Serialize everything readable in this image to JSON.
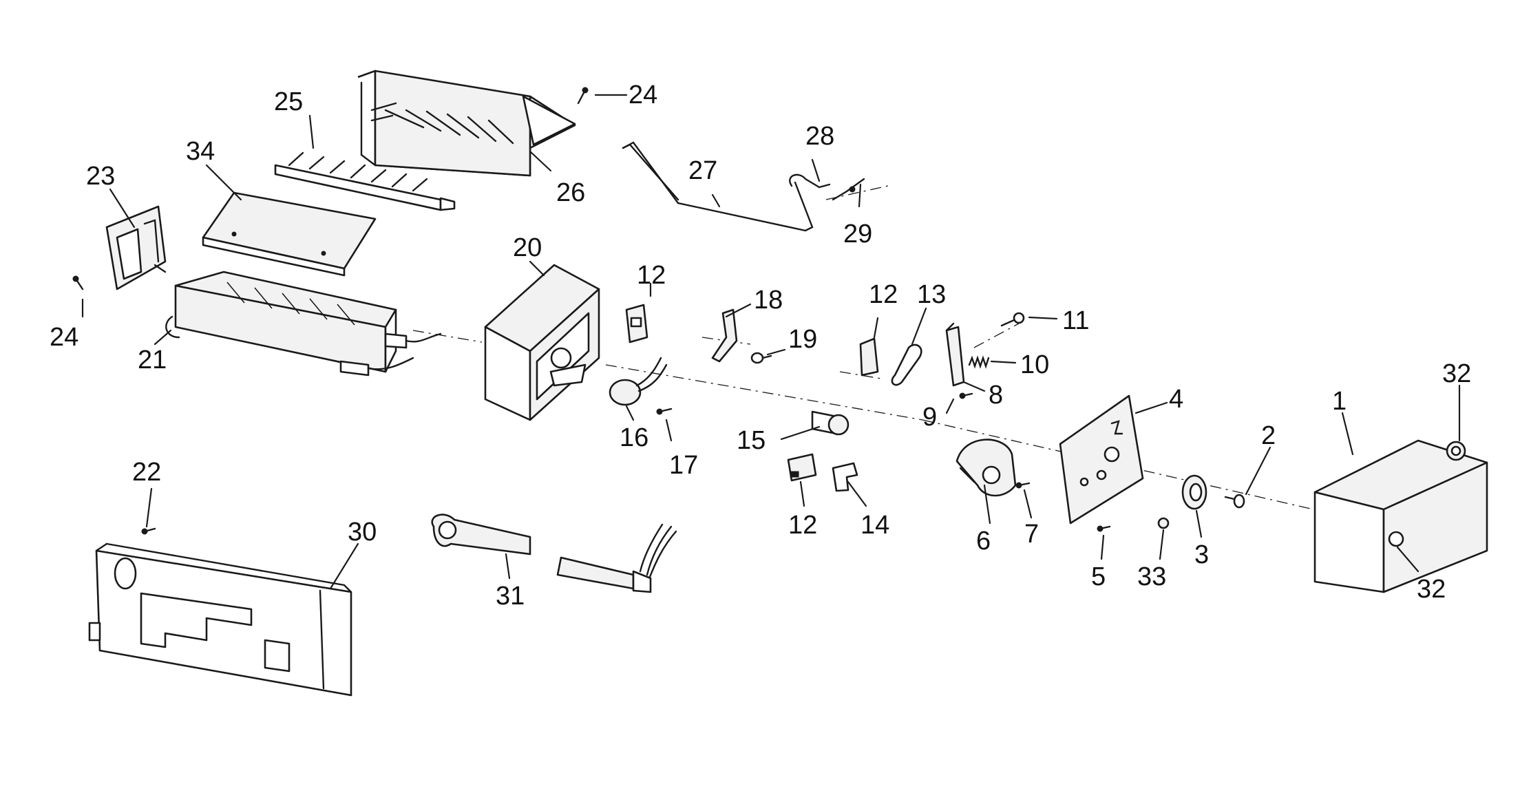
{
  "callouts": {
    "c1": "1",
    "c2": "2",
    "c3": "3",
    "c4": "4",
    "c5": "5",
    "c6": "6",
    "c7": "7",
    "c8": "8",
    "c9": "9",
    "c10": "10",
    "c11": "11",
    "c12a": "12",
    "c12b": "12",
    "c12c": "12",
    "c13": "13",
    "c14": "14",
    "c15": "15",
    "c16": "16",
    "c17": "17",
    "c18": "18",
    "c19": "19",
    "c20": "20",
    "c21": "21",
    "c22": "22",
    "c23": "23",
    "c24a": "24",
    "c24b": "24",
    "c25": "25",
    "c26": "26",
    "c27": "27",
    "c28": "28",
    "c29": "29",
    "c30": "30",
    "c31": "31",
    "c32a": "32",
    "c32b": "32",
    "c33": "33",
    "c34": "34"
  }
}
